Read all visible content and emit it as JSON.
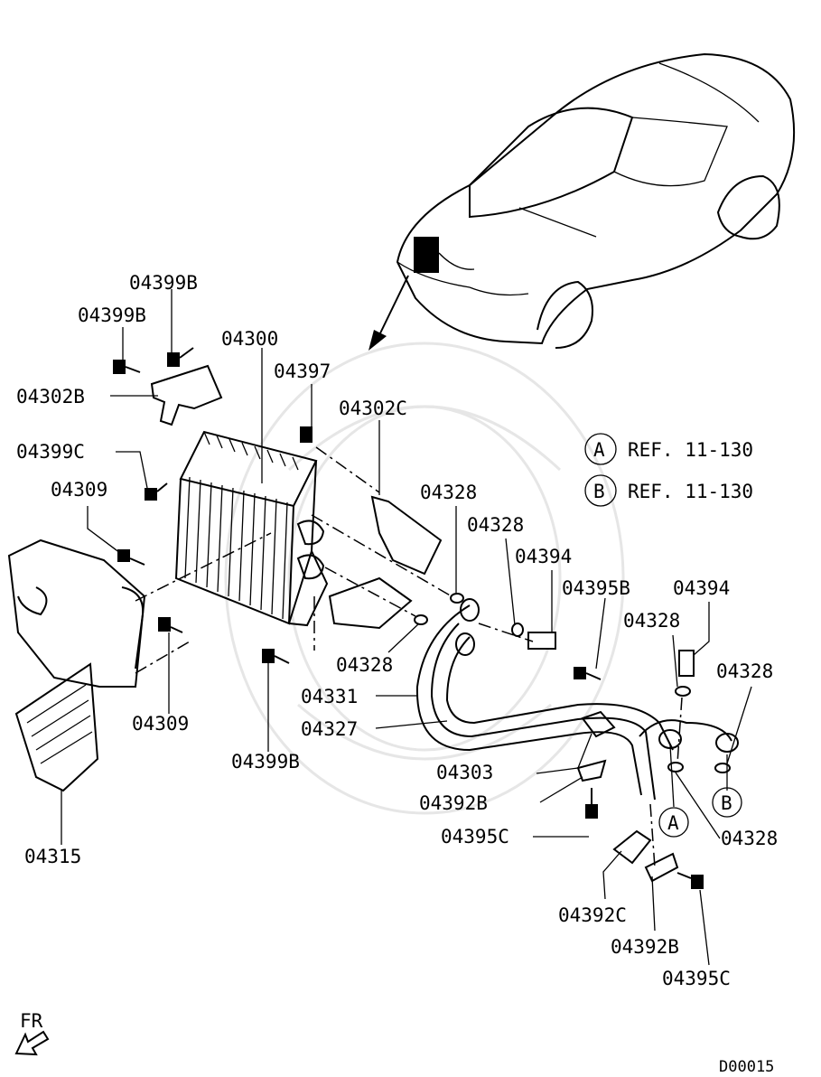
{
  "diagram": {
    "drawing_code": "D00015",
    "direction_label": "FR",
    "references": [
      {
        "marker": "A",
        "text": "REF. 11-130"
      },
      {
        "marker": "B",
        "text": "REF. 11-130"
      }
    ],
    "callouts": {
      "c1": "04399B",
      "c2": "04399B",
      "c3": "04300",
      "c4": "04397",
      "c5": "04302B",
      "c6": "04302C",
      "c7": "04399C",
      "c8": "04309",
      "c9": "04328",
      "c10": "04328",
      "c11": "04394",
      "c12": "04395B",
      "c13": "04394",
      "c14": "04328",
      "c15": "04328",
      "c16": "04328",
      "c17": "04331",
      "c18": "04327",
      "c19": "04309",
      "c20": "04399B",
      "c21": "04303",
      "c22": "04392B",
      "c23": "04395C",
      "c24": "04328",
      "c25": "04315",
      "c26": "04392C",
      "c27": "04392B",
      "c28": "04395C"
    },
    "markers": {
      "a": "A",
      "b": "B"
    }
  }
}
